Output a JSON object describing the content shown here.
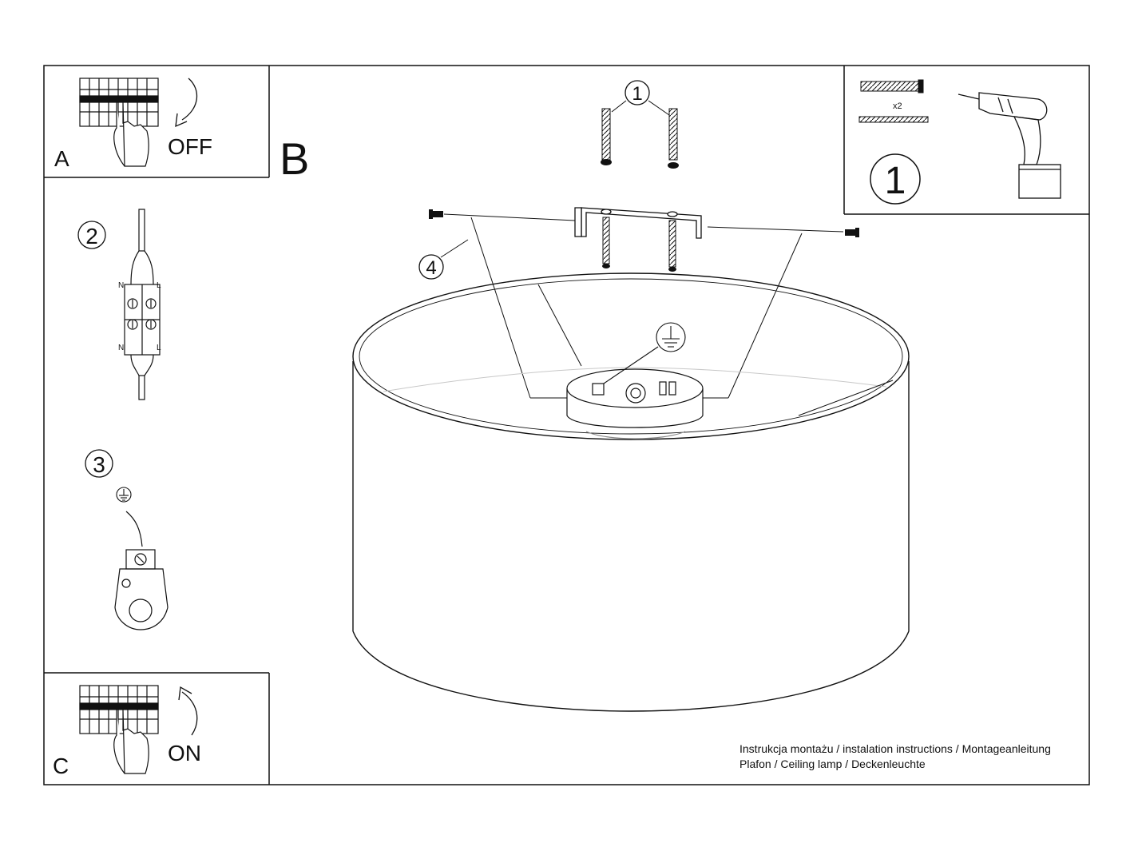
{
  "panels": {
    "a": {
      "letter": "A",
      "action": "OFF"
    },
    "b": {
      "letter": "B"
    },
    "c": {
      "letter": "C",
      "action": "ON"
    }
  },
  "steps": {
    "wiring": {
      "number": "2",
      "neutral": "N",
      "live": "L"
    },
    "earth": {
      "number": "3"
    },
    "tools": {
      "number": "1",
      "quantity": "x2"
    },
    "mount_screws": {
      "number": "1"
    },
    "side_screws": {
      "number": "4"
    }
  },
  "footer": {
    "line1": "Instrukcja montażu / instalation instructions / Montageanleitung",
    "line2": "Plafon / Ceiling lamp / Deckenleuchte"
  },
  "colors": {
    "line": "#111111",
    "background": "#ffffff",
    "shade": "#c8c8c8"
  },
  "icons": [
    "breaker-panel-icon",
    "hand-icon",
    "curved-arrow-icon",
    "terminal-block-icon",
    "earth-symbol-icon",
    "wall-plug-icon",
    "drill-icon",
    "screw-icon",
    "lampshade-icon"
  ]
}
